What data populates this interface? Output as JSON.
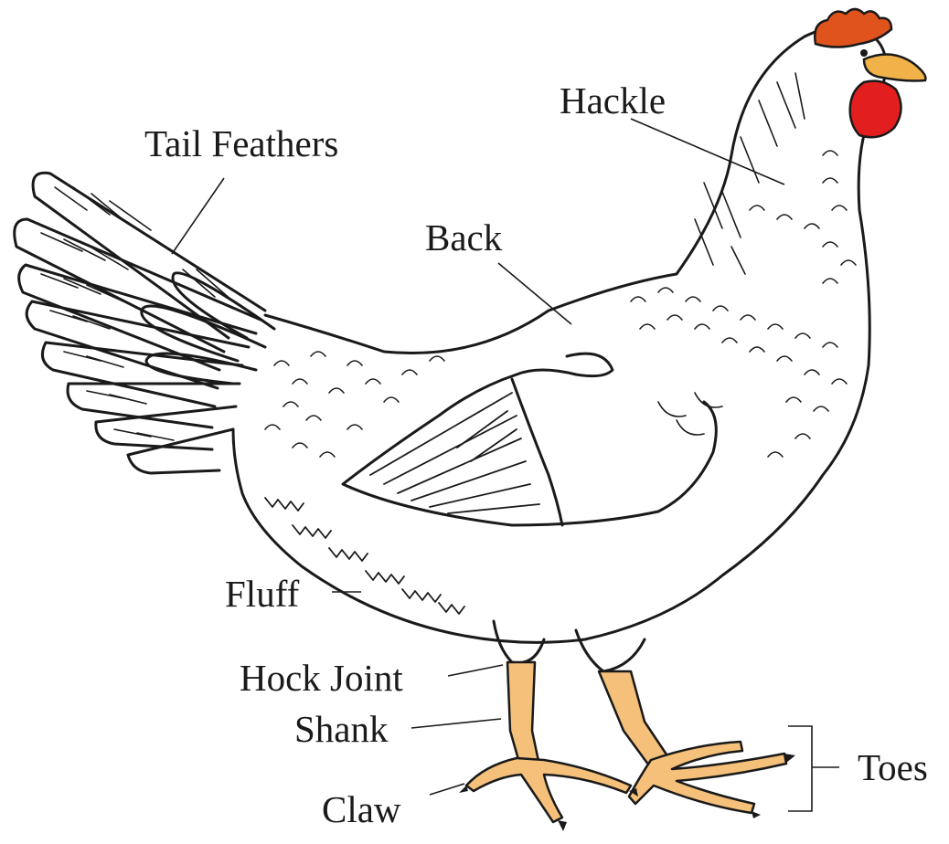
{
  "diagram": {
    "labels": {
      "hackle": "Hackle",
      "tail_feathers": "Tail Feathers",
      "back": "Back",
      "fluff": "Fluff",
      "hock_joint": "Hock Joint",
      "shank": "Shank",
      "claw": "Claw",
      "toes": "Toes"
    },
    "colors": {
      "ink": "#1a1a1a",
      "comb": "#e0531c",
      "wattle": "#e31e1e",
      "beak": "#f2b24a",
      "legs": "#f4c07a"
    }
  }
}
